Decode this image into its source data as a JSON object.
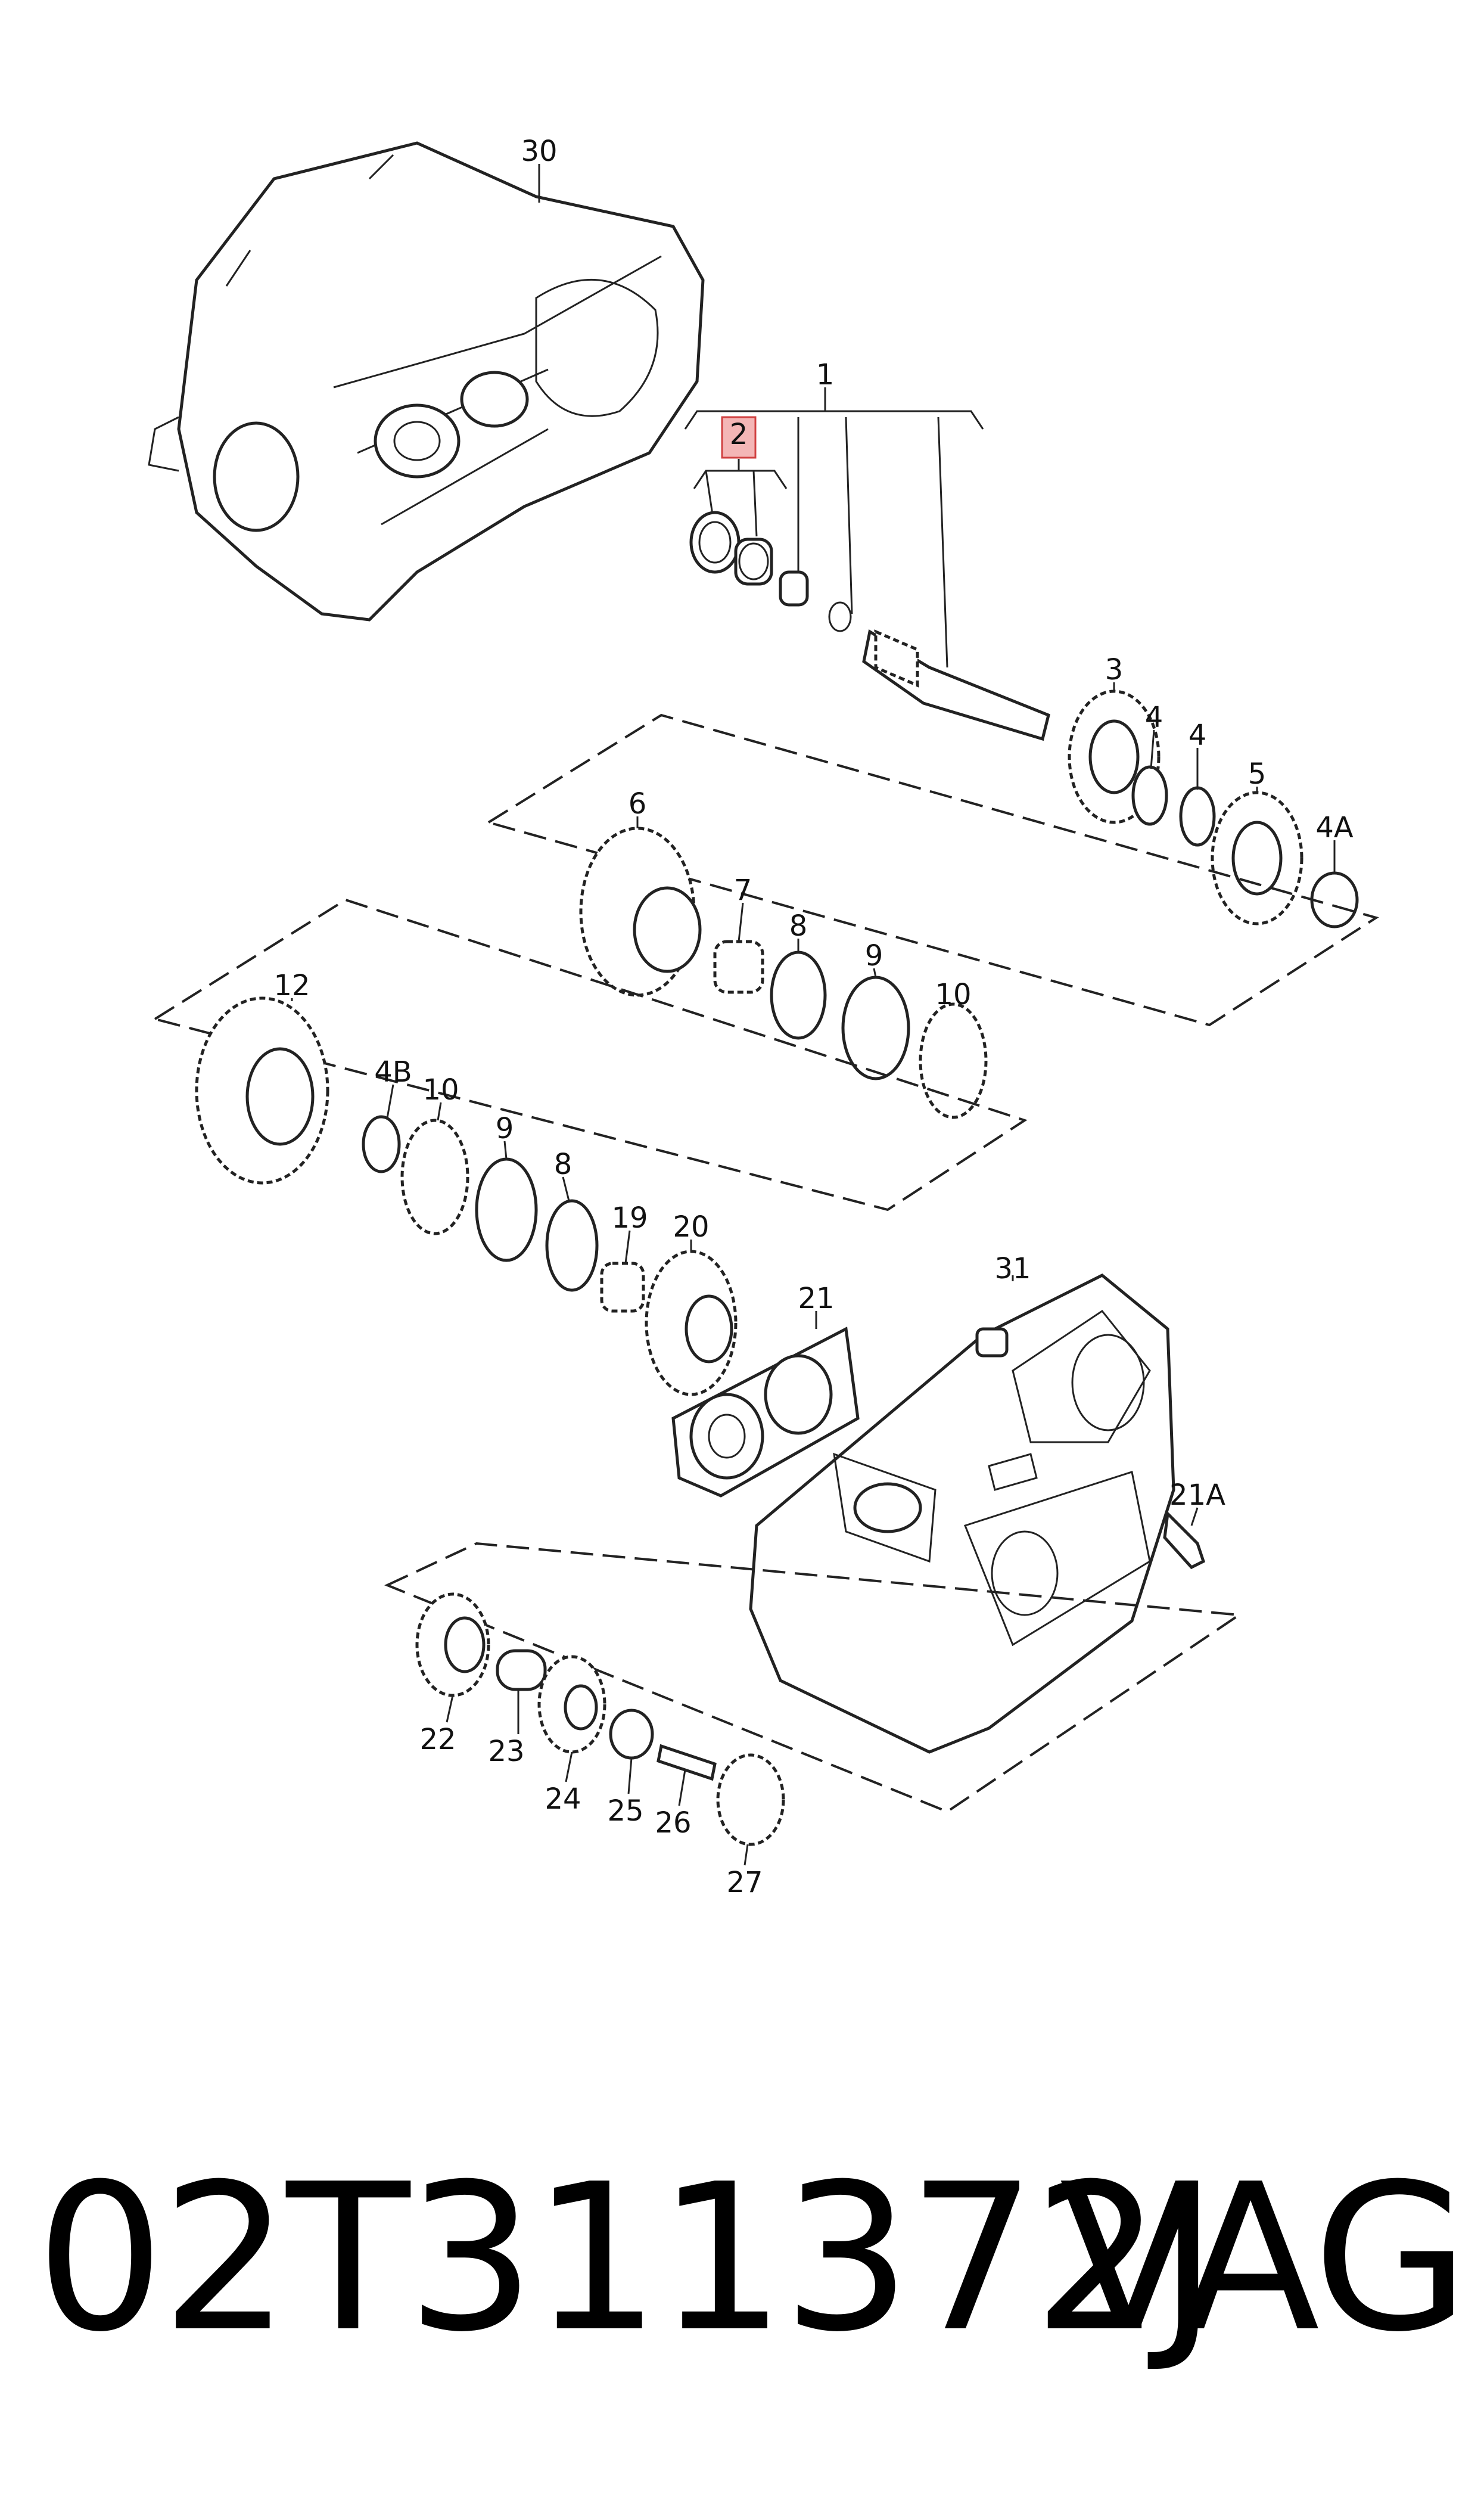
{
  "diagram": {
    "parts": [
      {
        "id": "30",
        "label": "30"
      },
      {
        "id": "1",
        "label": "1"
      },
      {
        "id": "2",
        "label": "2",
        "highlighted": true
      },
      {
        "id": "3",
        "label": "3"
      },
      {
        "id": "4a",
        "label": "4"
      },
      {
        "id": "4b",
        "label": "4"
      },
      {
        "id": "5",
        "label": "5"
      },
      {
        "id": "4A",
        "label": "4A"
      },
      {
        "id": "6",
        "label": "6"
      },
      {
        "id": "7",
        "label": "7"
      },
      {
        "id": "8a",
        "label": "8"
      },
      {
        "id": "9a",
        "label": "9"
      },
      {
        "id": "10a",
        "label": "10"
      },
      {
        "id": "12",
        "label": "12"
      },
      {
        "id": "4B",
        "label": "4B"
      },
      {
        "id": "10b",
        "label": "10"
      },
      {
        "id": "9b",
        "label": "9"
      },
      {
        "id": "8b",
        "label": "8"
      },
      {
        "id": "19",
        "label": "19"
      },
      {
        "id": "20",
        "label": "20"
      },
      {
        "id": "21",
        "label": "21"
      },
      {
        "id": "31",
        "label": "31"
      },
      {
        "id": "21A",
        "label": "21A"
      },
      {
        "id": "22",
        "label": "22"
      },
      {
        "id": "23",
        "label": "23"
      },
      {
        "id": "24",
        "label": "24"
      },
      {
        "id": "25",
        "label": "25"
      },
      {
        "id": "26",
        "label": "26"
      },
      {
        "id": "27",
        "label": "27"
      }
    ],
    "highlight_color": "#f4b6b6",
    "line_color": "#222222"
  },
  "footer": {
    "part_number": "02T311372J",
    "brand": "VAG"
  }
}
